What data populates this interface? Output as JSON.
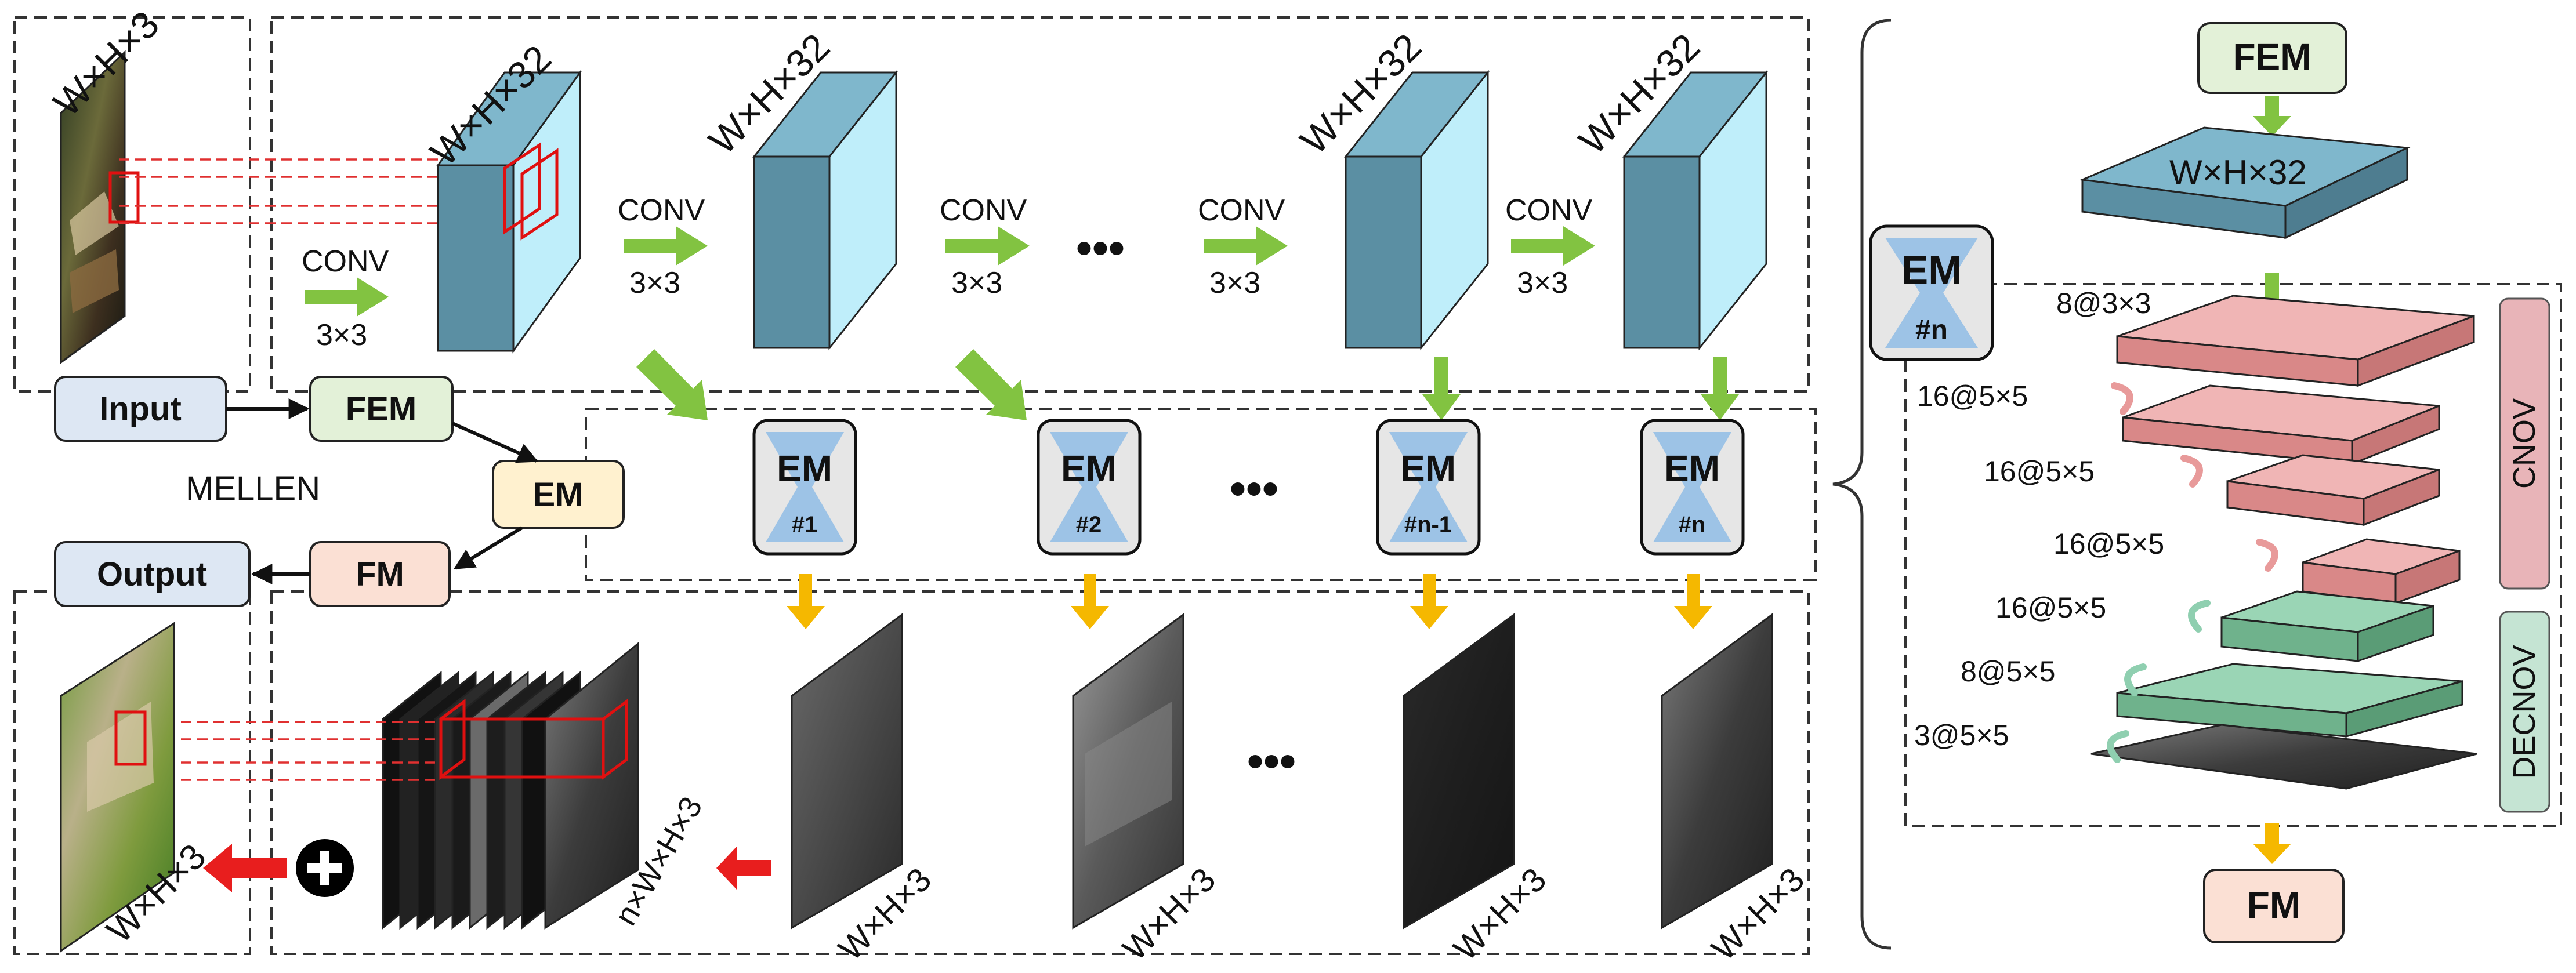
{
  "dims": {
    "input": "W×H×3",
    "feat": "W×H×32",
    "em_out": "W×H×3",
    "stack": "n×W×H×3",
    "output": "W×H×3"
  },
  "conv": {
    "name": "CONV",
    "kernel": "3×3"
  },
  "ellipsis": "•••",
  "flow": {
    "input": "Input",
    "fem": "FEM",
    "em": "EM",
    "fm": "FM",
    "output": "Output",
    "caption": "MELLEN"
  },
  "em_blocks": [
    {
      "name": "EM",
      "index": "#1"
    },
    {
      "name": "EM",
      "index": "#2"
    },
    {
      "name": "EM",
      "index": "#n-1"
    },
    {
      "name": "EM",
      "index": "#n"
    }
  ],
  "detail": {
    "fem": "FEM",
    "feat": "W×H×32",
    "em_name": "EM",
    "em_index": "#n",
    "layers": [
      "8@3×3",
      "16@5×5",
      "16@5×5",
      "16@5×5",
      "16@5×5",
      "8@5×5",
      "3@5×5"
    ],
    "encoder_label": "CNOV",
    "decoder_label": "DECNOV",
    "fm": "FM"
  },
  "colors": {
    "block_front": "#bfeefa",
    "block_side": "#5b8fa3",
    "block_top": "#7fb7cc",
    "green_arrow": "#82c341",
    "orange_arrow": "#f5b800",
    "red_arrow": "#e81e1e",
    "input_box": "#dde7f3",
    "fem_box": "#e3f1d8",
    "em_box": "#fff1cf",
    "fm_box": "#fbe0d4",
    "em_block_fill": "#e6e6e6",
    "em_hourglass": "#9dc3e6",
    "cnov_layer": "#e8a0a0",
    "decnov_layer": "#8fcfae"
  }
}
